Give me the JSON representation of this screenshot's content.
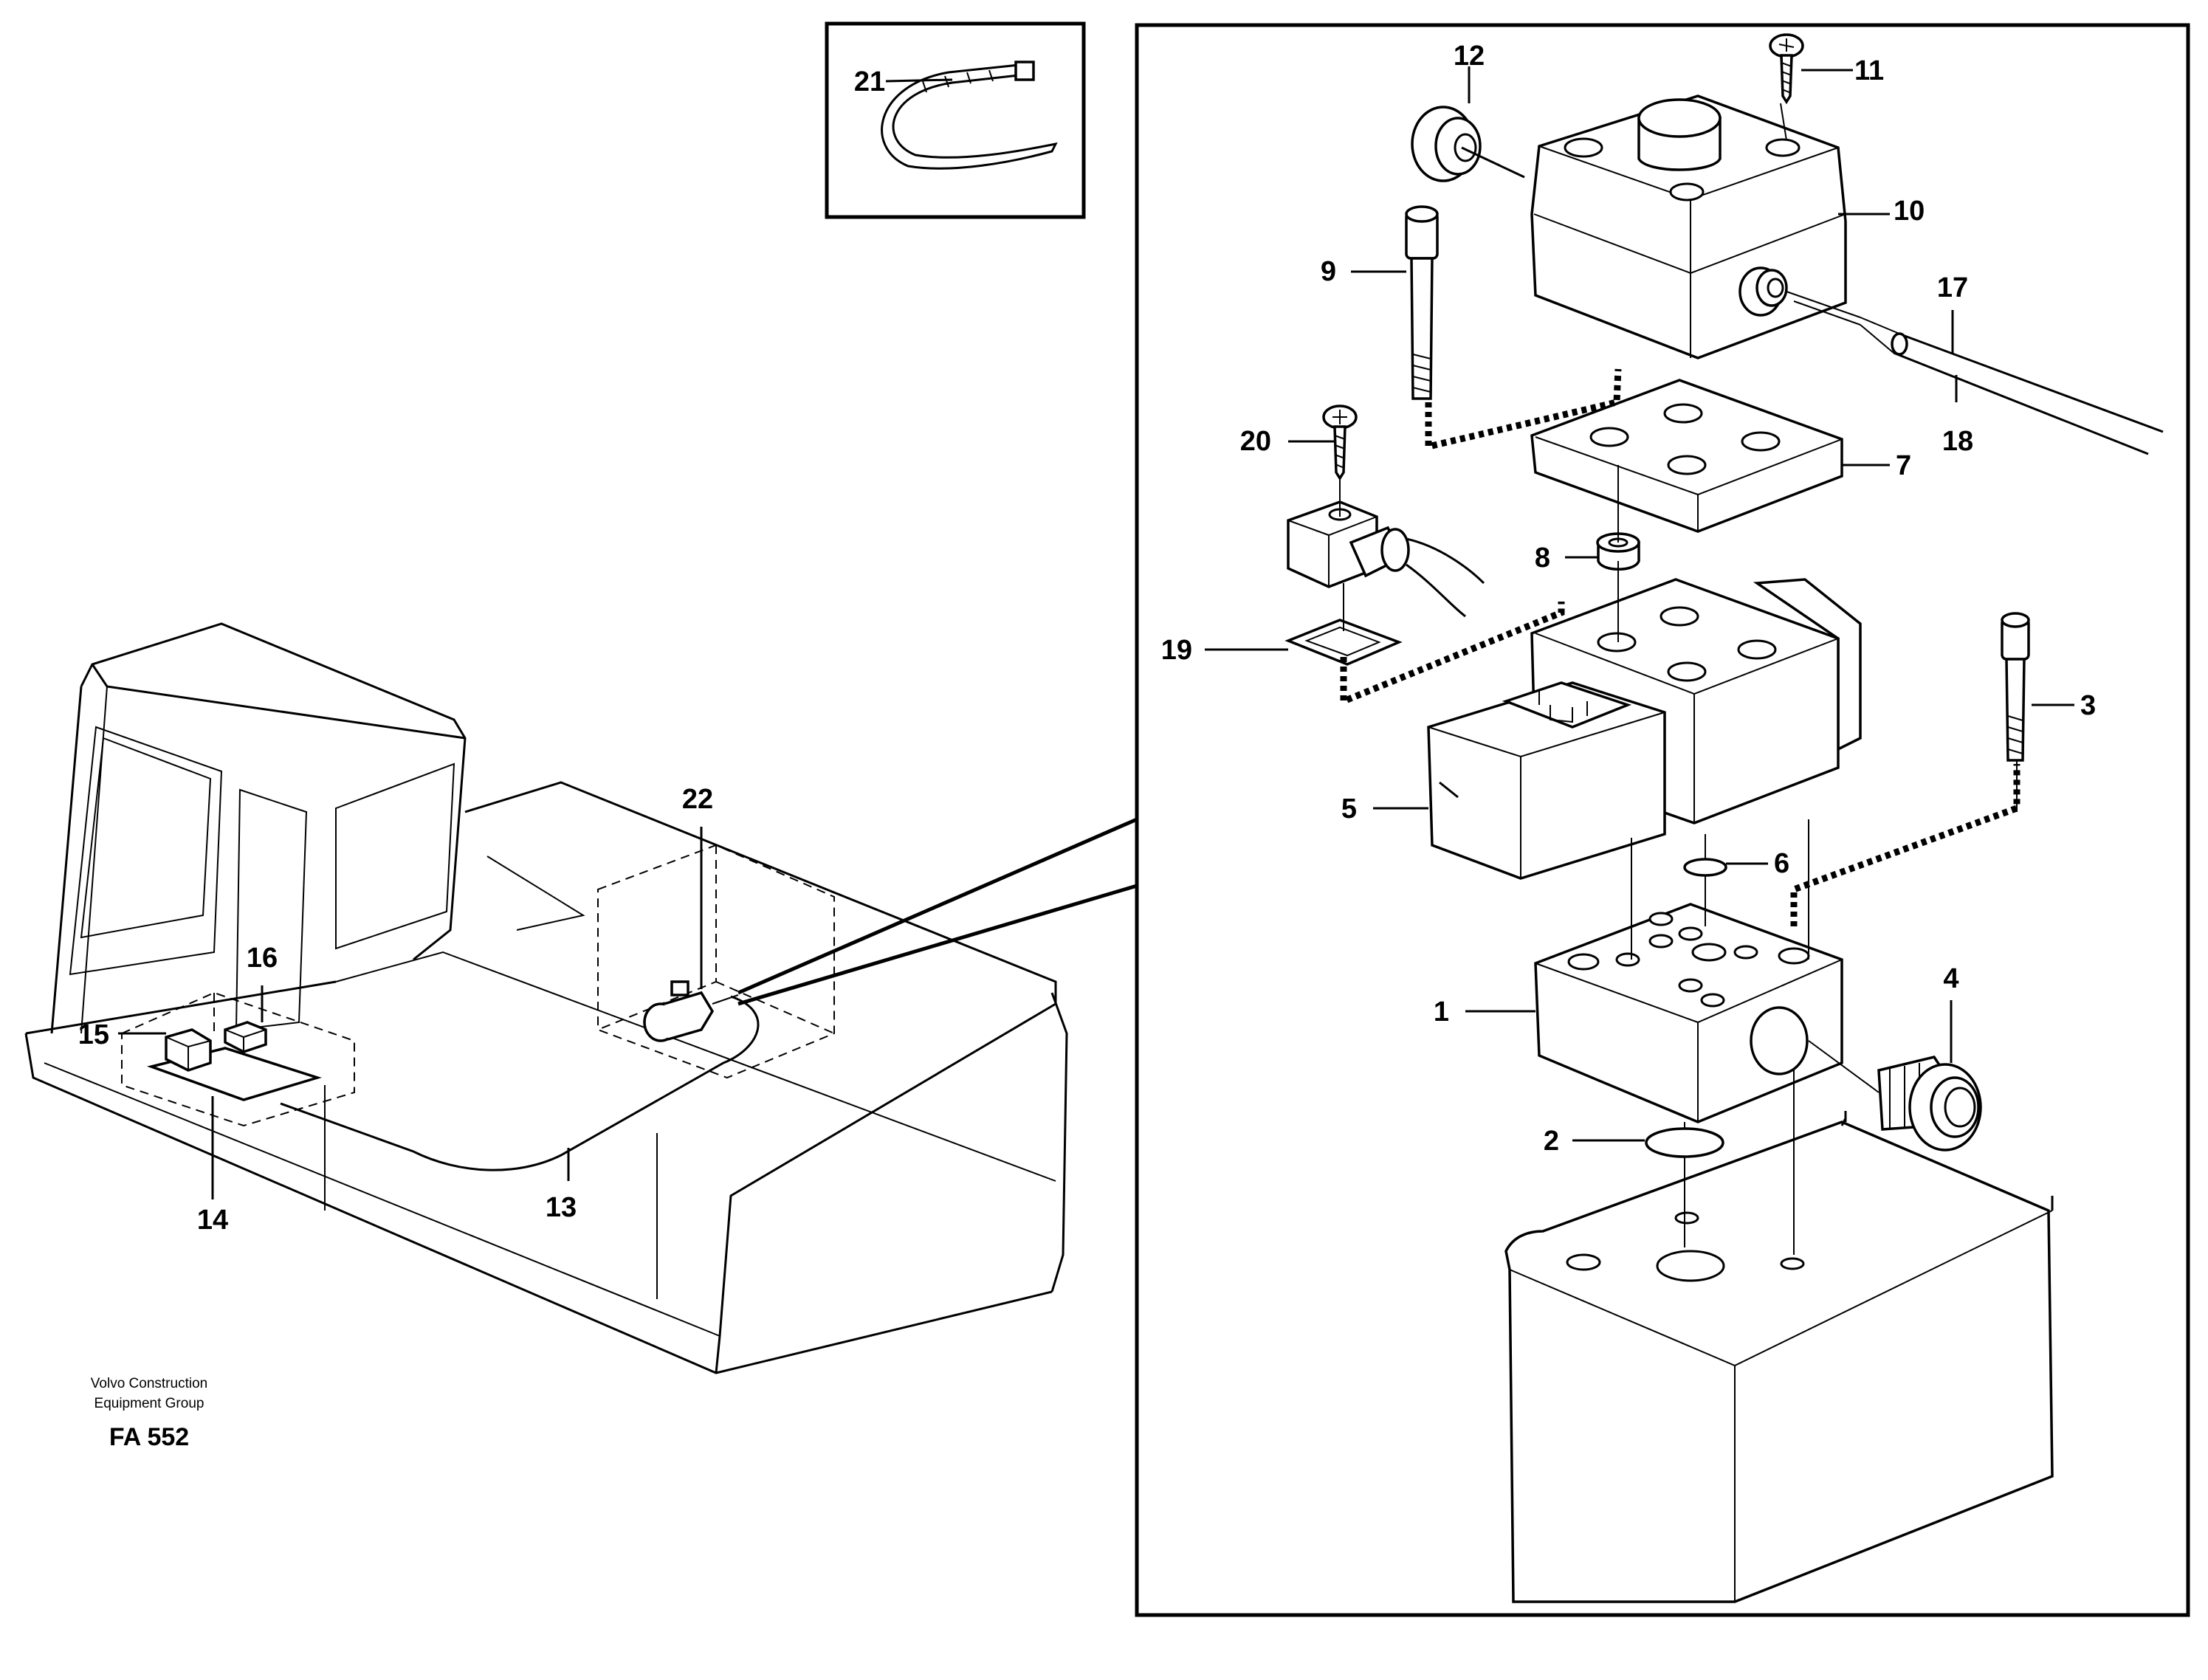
{
  "callouts": {
    "c1": "1",
    "c2": "2",
    "c3": "3",
    "c4": "4",
    "c5": "5",
    "c6": "6",
    "c7": "7",
    "c8": "8",
    "c9": "9",
    "c10": "10",
    "c11": "11",
    "c12": "12",
    "c13": "13",
    "c14": "14",
    "c15": "15",
    "c16": "16",
    "c17": "17",
    "c18": "18",
    "c19": "19",
    "c20": "20",
    "c21": "21",
    "c22": "22"
  },
  "footer": {
    "line1": "Volvo Construction",
    "line2": "Equipment Group",
    "code": "FA 552"
  }
}
